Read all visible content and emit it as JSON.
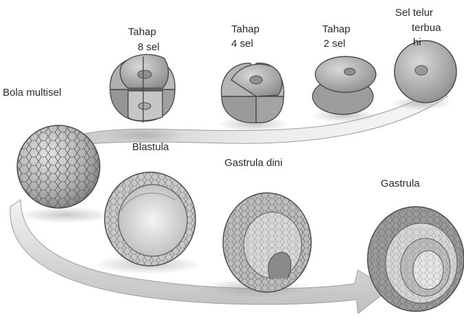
{
  "labels": {
    "cell_8": [
      "Tahap",
      "8 sel"
    ],
    "cell_4": [
      "Tahap",
      "4 sel"
    ],
    "cell_2": [
      "Tahap",
      "2 sel"
    ],
    "fertilized_egg": [
      "Sel telur",
      "terbua",
      "hi"
    ],
    "morula": "Bola multisel",
    "blastula": "Blastula",
    "early_gastrula": "Gastrula dini",
    "gastrula": "Gastrula"
  },
  "colors": {
    "background": "#ffffff",
    "path_light": "#eeeeee",
    "path_dark": "#bdbdbd",
    "cell_light": "#d6d6d6",
    "cell_mid": "#a8a8a8",
    "cell_dark": "#6e6e6e",
    "outline": "#4a4a4a",
    "text": "#2a2a2a"
  }
}
